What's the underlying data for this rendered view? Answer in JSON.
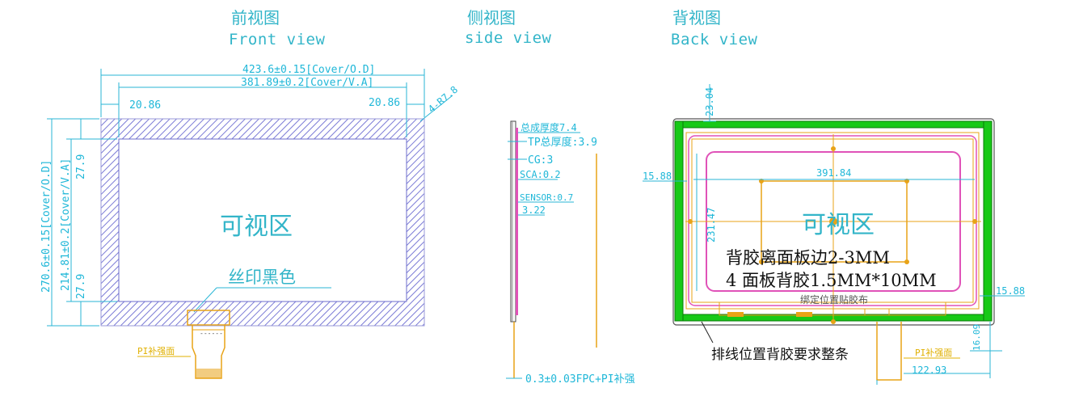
{
  "views": {
    "front": {
      "title_cn": "前视图",
      "title_en": "Front view"
    },
    "side": {
      "title_cn": "侧视图",
      "title_en": "side view"
    },
    "back": {
      "title_cn": "背视图",
      "title_en": "Back view"
    }
  },
  "front": {
    "outer_width": "423.6±0.15[Cover/O.D]",
    "va_width": "381.89±0.2[Cover/V.A]",
    "left_margin": "20.86",
    "right_margin": "20.86",
    "corner": "4-R7.8",
    "outer_height": "270.6±0.15[Cover/O.D]",
    "va_height": "214.81±0.2[Cover/V.A]",
    "top_margin": "27.9",
    "bottom_margin": "27.9",
    "visible_area": "可视区",
    "silkscreen": "丝印黑色",
    "pi_label": "PI补强面",
    "fpc_code": "------"
  },
  "side": {
    "total_thickness": "总成厚度7.4",
    "tp_thickness": "TP总厚度:3.9",
    "cg": "CG:3",
    "sca": "SCA:0.2",
    "sensor": "SENSOR:0.7",
    "thin": "3.22",
    "fpc": "0.3±0.03FPC+PI补强"
  },
  "back": {
    "top_dim": "23.04",
    "left_dim": "15.88",
    "width_dim": "391.84",
    "height_dim": "231.47",
    "right_dim": "15.88",
    "visible_area": "可视区",
    "note1": "背胶离面板边2-3MM",
    "note2": "4 面板背胶1.5MM*10MM",
    "bind_note": "绑定位置贴胶布",
    "fpc_note": "排线位置背胶要求整条",
    "pi_label": "PI补强面",
    "fpc_width": "122.93",
    "fpc_len": "16.09"
  }
}
